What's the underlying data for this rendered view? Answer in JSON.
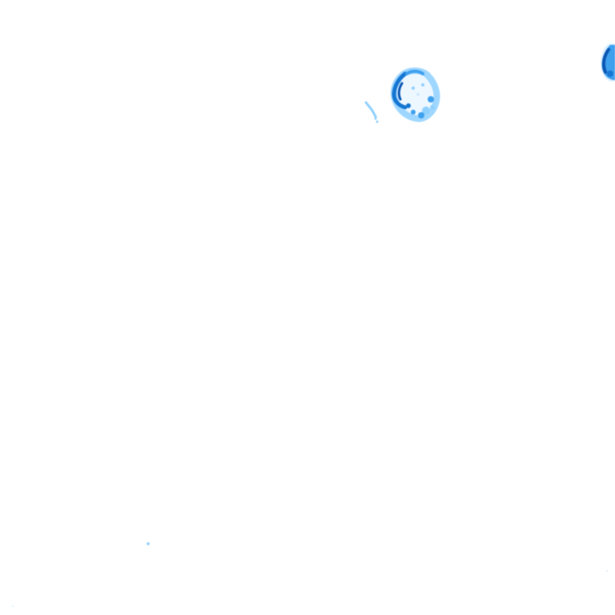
{
  "map": {
    "background_color": "#ffffff",
    "layer": "precipitation-radar",
    "palette": {
      "faint": "#cfe9ff",
      "light": "#8fd0ff",
      "medium": "#3fa0ee",
      "strong": "#1676d2",
      "deep": "#0b57b3"
    },
    "echoes": [
      {
        "id": "echo-cluster-center-north",
        "intensity": "medium"
      },
      {
        "id": "echo-edge-northeast",
        "intensity": "strong"
      },
      {
        "id": "echo-trail-west",
        "intensity": "light"
      },
      {
        "id": "echo-speck-southwest",
        "intensity": "faint"
      },
      {
        "id": "echo-speck-southeast",
        "intensity": "faint"
      }
    ]
  }
}
